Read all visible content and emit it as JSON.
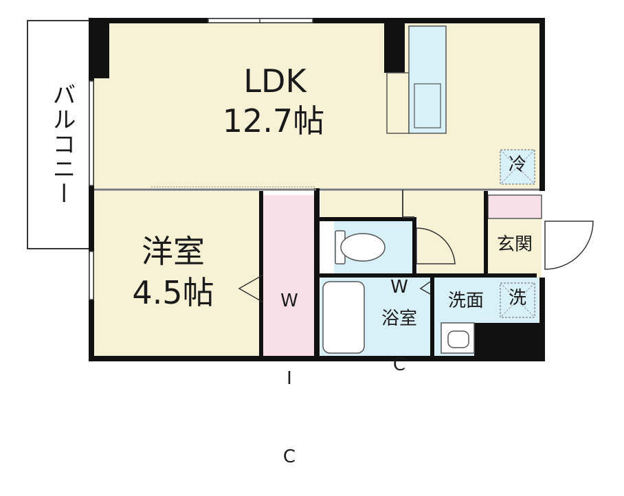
{
  "colors": {
    "floor": "#f7f1d6",
    "wic": "#f9dfe8",
    "wet": "#d8f0f8",
    "wall": "#111111"
  },
  "rooms": {
    "ldk": {
      "name": "LDK",
      "size": "12.7帖"
    },
    "western": {
      "name": "洋室",
      "size": "4.5帖"
    },
    "wic": {
      "chars": [
        "W",
        "I",
        "C"
      ]
    },
    "wc": {
      "chars": [
        "W",
        "C"
      ]
    },
    "entrance": "玄関",
    "washroom": "洗面",
    "bath": "浴室",
    "balcony": "バルコニー",
    "fridge": "冷",
    "washer": "洗"
  }
}
